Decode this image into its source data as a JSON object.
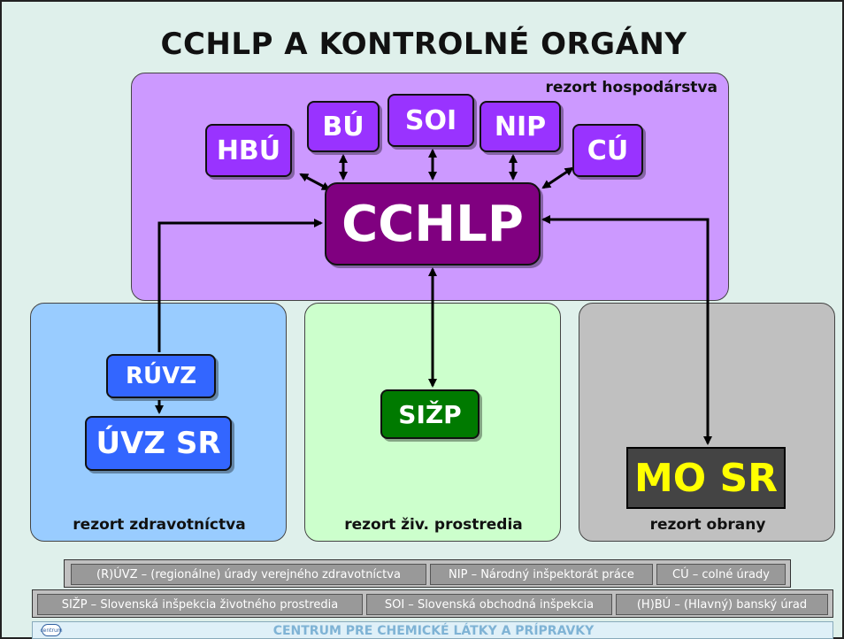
{
  "title": "CCHLP A KONTROLNÉ ORGÁNY",
  "regions": {
    "hospodarstvo": "rezort hospodárstva",
    "zdravotnictvo": "rezort zdravotníctva",
    "zivotne_prostredie": "rezort živ. prostredia",
    "obrana": "rezort obrany"
  },
  "nodes": {
    "hbu": "HBÚ",
    "bu": "BÚ",
    "soi": "SOI",
    "nip": "NIP",
    "cu": "CÚ",
    "cchlp": "CCHLP",
    "ruvz": "RÚVZ",
    "uvz": "ÚVZ SR",
    "sizp": "SIŽP",
    "mosr": "MO SR"
  },
  "legend": {
    "row1": [
      "(R)ÚVZ – (regionálne) úrady verejného zdravotníctva",
      "NIP – Národný inšpektorát práce",
      "CÚ – colné úrady"
    ],
    "row2": [
      "SIŽP – Slovenská inšpekcia životného prostredia",
      "SOI – Slovenská obchodná inšpekcia",
      "(H)BÚ – (Hlavný) banský úrad"
    ]
  },
  "footer": {
    "logo_text": "centrum",
    "text": "CENTRUM PRE CHEMICKÉ LÁTKY A PRÍPRAVKY"
  },
  "colors": {
    "background": "#dff0eb",
    "hospodarstvo": "#cc99ff",
    "zdravotnictvo": "#99ccff",
    "zivotne_prostredie": "#ccffcc",
    "obrana": "#c0c0c0",
    "cchlp": "#800080",
    "agency_purple": "#9933ff",
    "agency_blue": "#3366ff",
    "sizp_green": "#007a00",
    "mosr_text": "#ffff00",
    "legend_highlight": "#ffff00"
  }
}
